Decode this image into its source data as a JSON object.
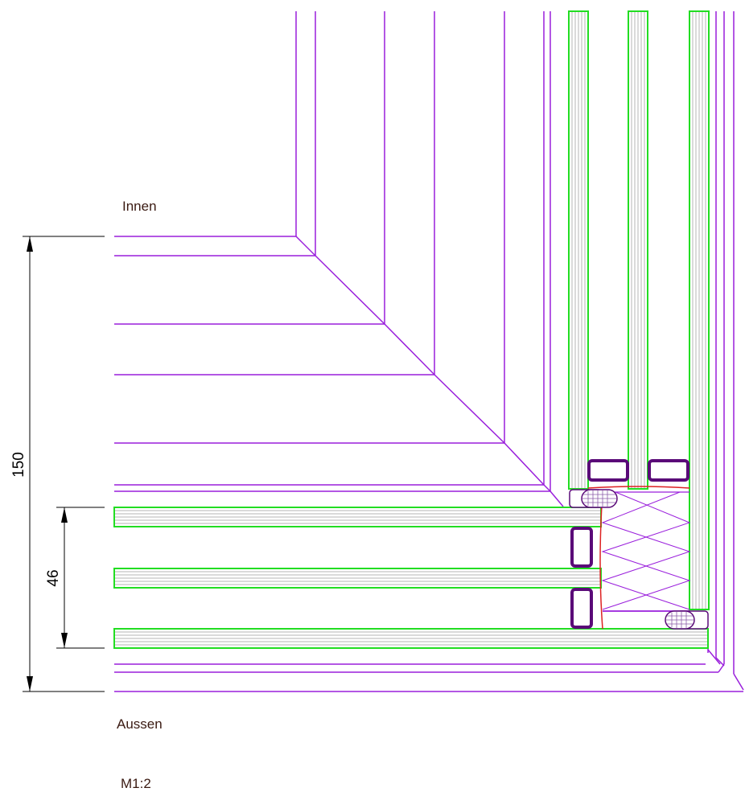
{
  "labels": {
    "inside": "Innen",
    "outside": "Aussen",
    "scale": "M1:2"
  },
  "dimensions": {
    "overall": "150",
    "glazing": "46"
  },
  "colors": {
    "frame": "#9a1fdc",
    "glass": "#22dd22",
    "glass_fill": "#b4b4b4",
    "spacer": "#5a0a78",
    "sealant": "#dd2222",
    "dimension": "#000000",
    "text": "#3a1a12"
  }
}
